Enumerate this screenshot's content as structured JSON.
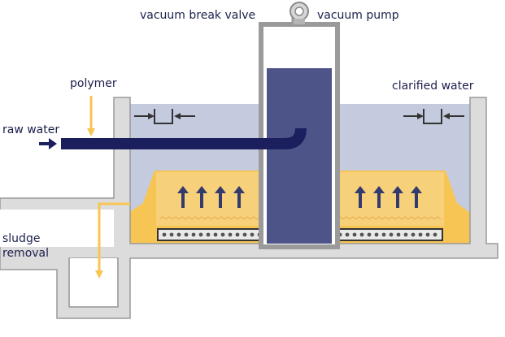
{
  "labels": {
    "vacuum_break_valve": "vacuum break valve",
    "vacuum_pump": "vacuum pump",
    "polymer": "polymer",
    "clarified_water": "clarified water",
    "raw_water": "raw water",
    "sludge_removal_line1": "sludge",
    "sludge_removal_line2": "removal"
  },
  "colors": {
    "water": "#c5cbdf",
    "sludge_blanket": "#f7c553",
    "vacuum_column": "#4d5487",
    "pipe": "#1b1f5e",
    "arrow": "#333a6e",
    "polymer_line": "#f7c553",
    "structure": "#dcdcdc",
    "structure_edge": "#9a9a9a",
    "label_text": "#1b1f4b"
  }
}
